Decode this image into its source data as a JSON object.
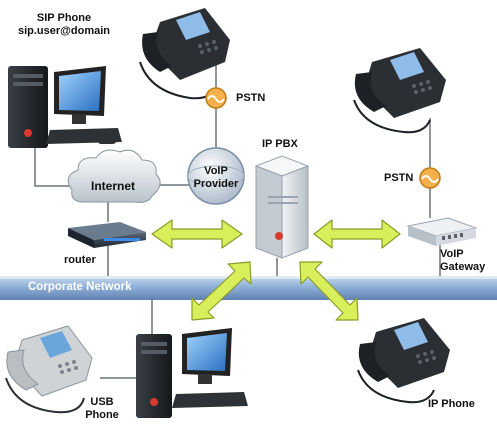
{
  "labels": {
    "sip_phone_line1": "SIP Phone",
    "sip_phone_line2": "sip.user@domain",
    "pstn_top": "PSTN",
    "pstn_right": "PSTN",
    "ip_pbx": "IP PBX",
    "internet": "Internet",
    "voip_provider_line1": "VoIP",
    "voip_provider_line2": "Provider",
    "router": "router",
    "voip_gateway_line1": "VoIP",
    "voip_gateway_line2": "Gateway",
    "corporate_network": "Corporate Network",
    "usb_phone_line1": "USB",
    "usb_phone_line2": "Phone",
    "ip_phone": "IP Phone"
  },
  "colors": {
    "network_bar": "#7f9fc8",
    "arrow_fill": "#d8ee5a",
    "phone_dark": "#2b2f33",
    "phone_light": "#cfd3d6",
    "pstn_badge": "#f4b04a",
    "router_blue": "#2f6db8",
    "pbx_body": "#dfe3e8",
    "line_gray": "#6c737b"
  }
}
